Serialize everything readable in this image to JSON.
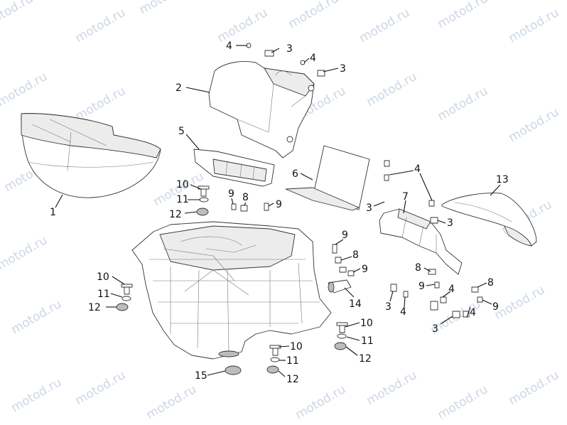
{
  "watermark": {
    "text": "motod.ru"
  },
  "callouts": [
    {
      "label": "1"
    },
    {
      "label": "2"
    },
    {
      "label": "3"
    },
    {
      "label": "3"
    },
    {
      "label": "4"
    },
    {
      "label": "4"
    },
    {
      "label": "5"
    },
    {
      "label": "6"
    },
    {
      "label": "7"
    },
    {
      "label": "4"
    },
    {
      "label": "3"
    },
    {
      "label": "3"
    },
    {
      "label": "13"
    },
    {
      "label": "10"
    },
    {
      "label": "11"
    },
    {
      "label": "12"
    },
    {
      "label": "9"
    },
    {
      "label": "8"
    },
    {
      "label": "9"
    },
    {
      "label": "9"
    },
    {
      "label": "8"
    },
    {
      "label": "9"
    },
    {
      "label": "10"
    },
    {
      "label": "11"
    },
    {
      "label": "12"
    },
    {
      "label": "14"
    },
    {
      "label": "8"
    },
    {
      "label": "9"
    },
    {
      "label": "3"
    },
    {
      "label": "4"
    },
    {
      "label": "4"
    },
    {
      "label": "8"
    },
    {
      "label": "9"
    },
    {
      "label": "3"
    },
    {
      "label": "4"
    },
    {
      "label": "10"
    },
    {
      "label": "11"
    },
    {
      "label": "12"
    },
    {
      "label": "10"
    },
    {
      "label": "11"
    },
    {
      "label": "12"
    },
    {
      "label": "15"
    }
  ]
}
